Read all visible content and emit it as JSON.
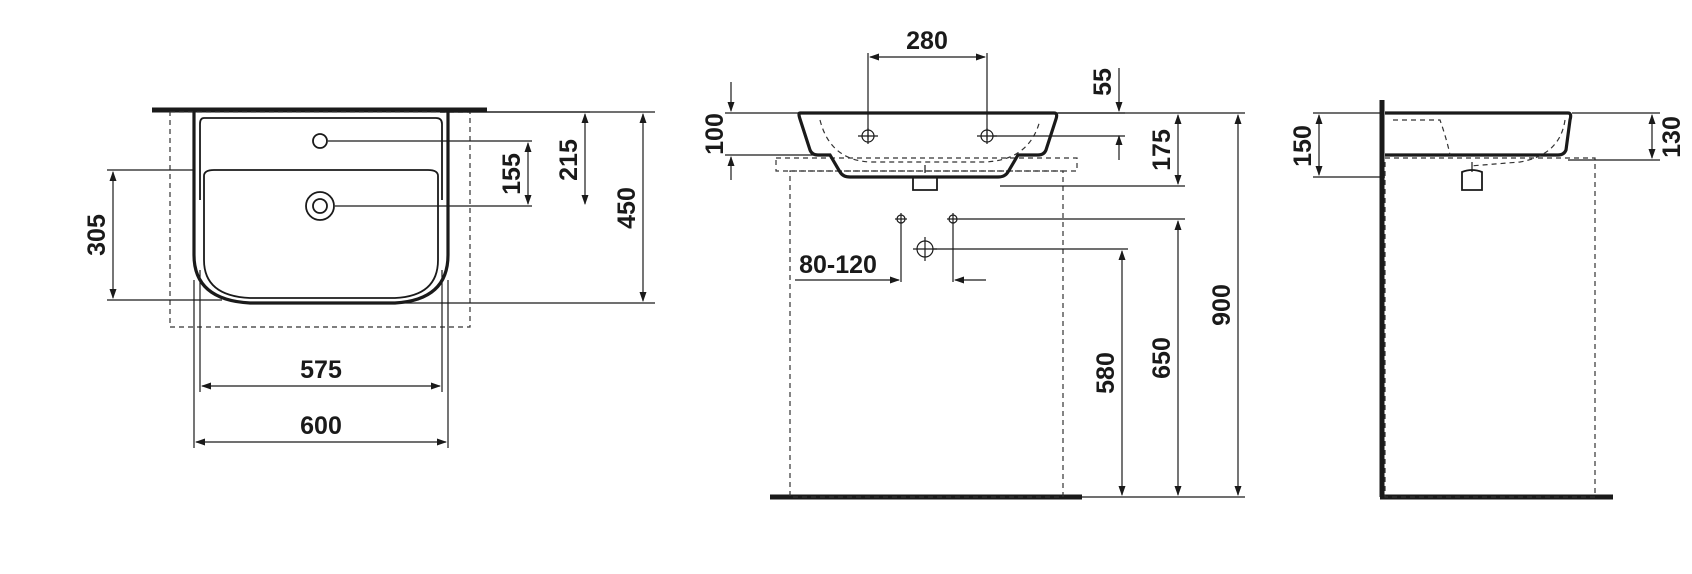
{
  "views": {
    "top": {
      "dims": {
        "depth_to_tap_center": "305",
        "overflow_to_tap": "155",
        "tap_hole_to_back": "215",
        "total_depth": "450",
        "inner_width": "575",
        "total_width": "600"
      }
    },
    "front": {
      "dims": {
        "tap_spacing": "280",
        "rim_to_wall": "55",
        "basin_height": "100",
        "basin_total_height": "175",
        "waste_spacing": "80-120",
        "waste_height": "580",
        "supply_height": "650",
        "rim_height": "900"
      }
    },
    "side": {
      "dims": {
        "side_height": "150",
        "rim_depth": "130"
      }
    }
  }
}
